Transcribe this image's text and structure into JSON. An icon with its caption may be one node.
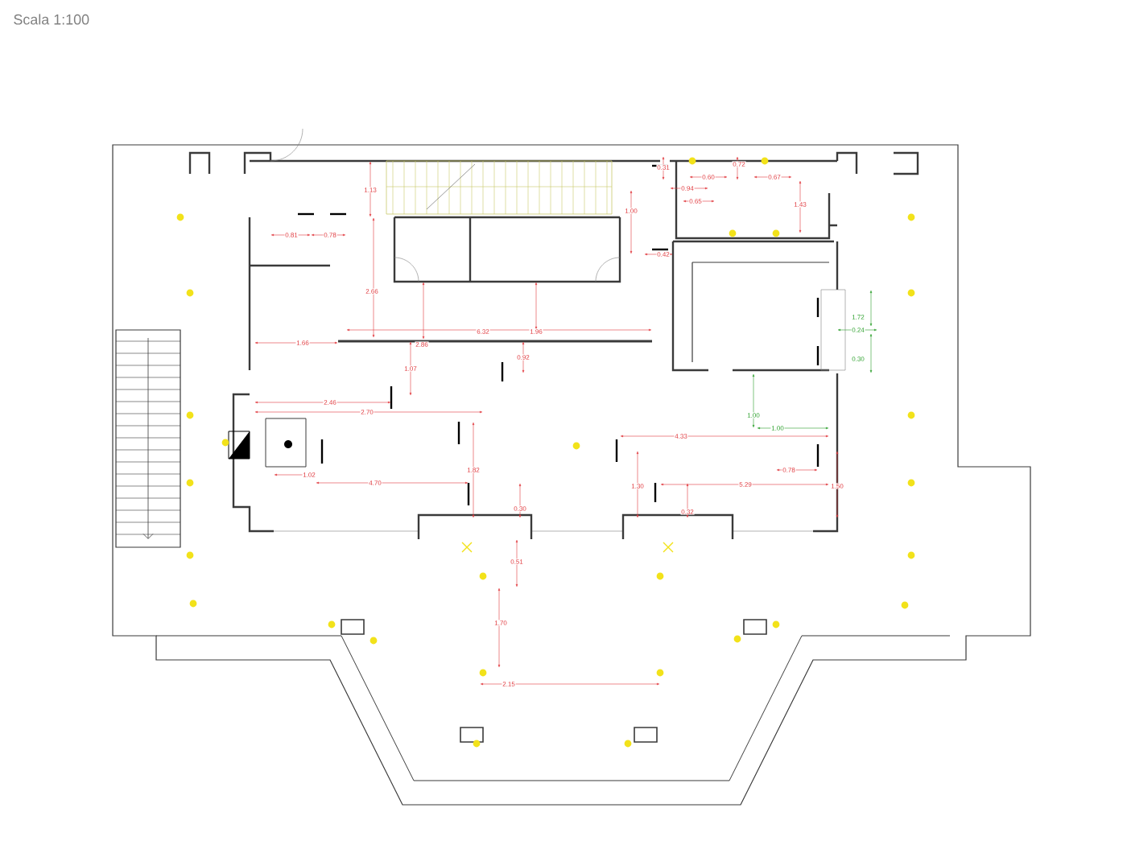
{
  "diagram": {
    "title": "Scala 1:100",
    "labels": [
      "0.31",
      "0.72",
      "0.60",
      "0.67",
      "0.94",
      "0.65",
      "1.13",
      "1.43",
      "1.00",
      "0.81",
      "0.78",
      "0.42",
      "2.66",
      "1.72",
      "0.24",
      "6.32",
      "1.96",
      "1.66",
      "2.86",
      "0.30",
      "0.92",
      "1.07",
      "2.46",
      "1.00",
      "2.70",
      "4.33",
      "1.00",
      "1.82",
      "0.78",
      "1.02",
      "4.70",
      "5.29",
      "1.30",
      "1.50",
      "0.30",
      "0.32",
      "0.51",
      "1.70",
      "2.15"
    ]
  }
}
